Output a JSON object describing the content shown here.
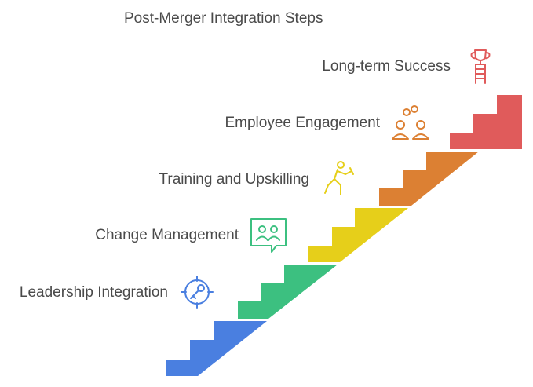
{
  "title": "Post-Merger Integration Steps",
  "steps": [
    {
      "label": "Leadership Integration",
      "icon": "target-key-icon",
      "color": "#4A7FE0"
    },
    {
      "label": "Change Management",
      "icon": "people-chat-icon",
      "color": "#3CC080"
    },
    {
      "label": "Training and Upskilling",
      "icon": "exercise-person-icon",
      "color": "#E6CF1A"
    },
    {
      "label": "Employee Engagement",
      "icon": "people-connection-icon",
      "color": "#DC8033"
    },
    {
      "label": "Long-term Success",
      "icon": "trophy-ladder-icon",
      "color": "#E05B5B"
    }
  ]
}
